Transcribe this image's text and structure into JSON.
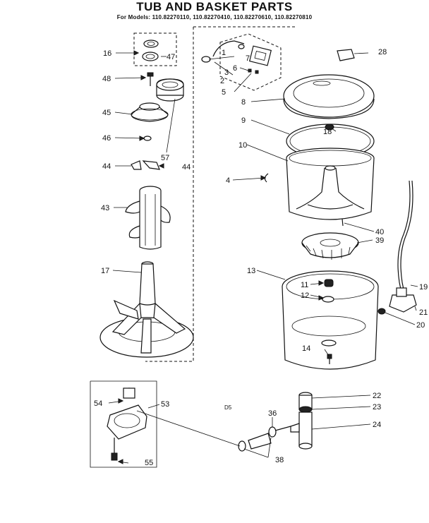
{
  "header": {
    "title": "TUB AND BASKET PARTS",
    "models": "For Models: 110.82270110, 110.82270410, 110.82270610, 110.82270810"
  },
  "callouts": {
    "c16": "16",
    "c47": "47",
    "c48": "48",
    "c57": "57",
    "c45": "45",
    "c46": "46",
    "c44a": "44",
    "c44b": "44",
    "c43": "43",
    "c17": "17",
    "c1": "1",
    "c2": "2",
    "c3": "3",
    "c6": "6",
    "c5": "5",
    "c7": "7",
    "c28": "28",
    "c8": "8",
    "c9": "9",
    "c18": "18",
    "c10": "10",
    "c4": "4",
    "c40": "40",
    "c39": "39",
    "c13": "13",
    "c11": "11",
    "c12": "12",
    "c19": "19",
    "c21": "21",
    "c20": "20",
    "c14": "14",
    "c22": "22",
    "c23": "23",
    "c24": "24",
    "c36": "36",
    "c38": "38",
    "c53": "53",
    "c54": "54",
    "c55": "55",
    "code": "D5"
  }
}
